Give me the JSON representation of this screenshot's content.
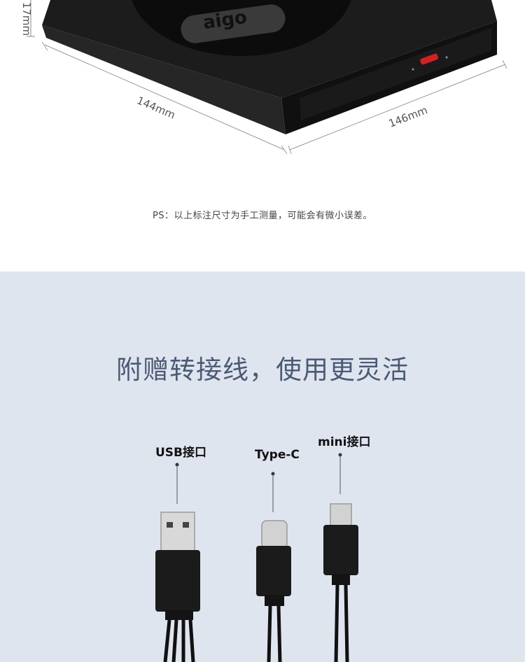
{
  "dimensions": {
    "height_label": "17mm",
    "depth_label": "144mm",
    "width_label": "146mm"
  },
  "device": {
    "logo_text": "aigo"
  },
  "note": "PS：以上标注尺寸为手工测量，可能会有微小误差。",
  "section": {
    "title": "附赠转接线，使用更灵活"
  },
  "cables": [
    {
      "label": "USB接口"
    },
    {
      "label": "Type-C"
    },
    {
      "label": "mini接口"
    }
  ],
  "colors": {
    "section_bg": "#dfe5ee",
    "title_color": "#4b5a75",
    "indicator": "#d42020"
  }
}
